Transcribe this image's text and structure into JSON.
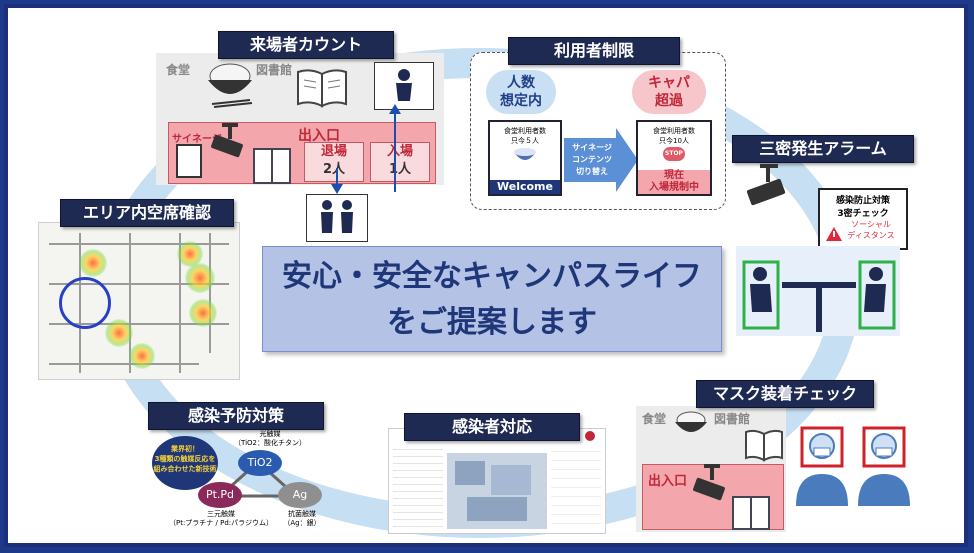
{
  "center": {
    "line1": "安心・安全なキャンパスライフ",
    "line2": "をご提案します"
  },
  "visitor_count": {
    "title": "来場者カウント",
    "label_cafeteria": "食堂",
    "label_library": "図書館",
    "label_signage": "サイネージ",
    "entrance_label": "出入口",
    "exit_label": "退場",
    "exit_count": "2人",
    "enter_label": "入場",
    "enter_count": "1人"
  },
  "usage_limit": {
    "title": "利用者制限",
    "left_status": "人数\n想定内",
    "right_status": "キャパ\n超過",
    "left_screen_header": "食堂利用者数",
    "left_screen_count": "只今５人",
    "left_screen_footer": "Welcome",
    "arrow_text": "サイネージ\nコンテンツ\n切り替え",
    "right_screen_header": "食堂利用者数",
    "right_screen_count": "只今10人",
    "right_screen_stop": "STOP",
    "right_screen_footer1": "現在",
    "right_screen_footer2": "入場規制中"
  },
  "alarm": {
    "title": "三密発生アラーム",
    "sign_line1": "感染防止対策",
    "sign_line2": "3密チェック",
    "sign_line3": "ソーシャル",
    "sign_line4": "ディスタンス"
  },
  "vacancy": {
    "title": "エリア内空席確認"
  },
  "mask_check": {
    "title": "マスク装着チェック",
    "label_cafeteria": "食堂",
    "label_library": "図書館",
    "entrance_label": "出入口"
  },
  "infected_response": {
    "title": "感染者対応"
  },
  "prevention": {
    "title": "感染予防対策",
    "badge": "業界初！\n3種類の触媒反応を\n組み合わせた新技術",
    "top_label1": "光触媒",
    "top_label2": "（TiO2：酸化チタン）",
    "node_tio2": "TiO2",
    "node_ptpd": "Pt.Pd",
    "node_ag": "Ag",
    "left_label1": "三元触媒",
    "left_label2": "（Pt:プラチナ / Pd:パラジウム）",
    "right_label1": "抗菌触媒",
    "right_label2": "（Ag：銀）"
  },
  "colors": {
    "frame": "#1c2f7a",
    "title_bg": "#1f2a52",
    "ring": "#c7dff2",
    "pink": "#f3a7ad",
    "center_bg": "#b4c2e6"
  }
}
